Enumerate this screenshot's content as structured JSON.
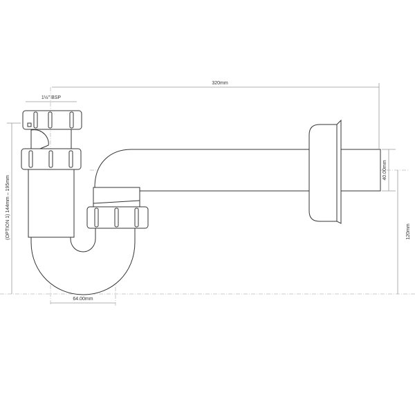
{
  "dimensions": {
    "overall_length": "320mm",
    "inlet_thread": "1½\" BSP",
    "height_option": "(OPTION 1)  144mm – 195mm",
    "seal_offset": "64.00mm",
    "outlet_diameter": "40.00mm",
    "outlet_height": "120mm"
  }
}
